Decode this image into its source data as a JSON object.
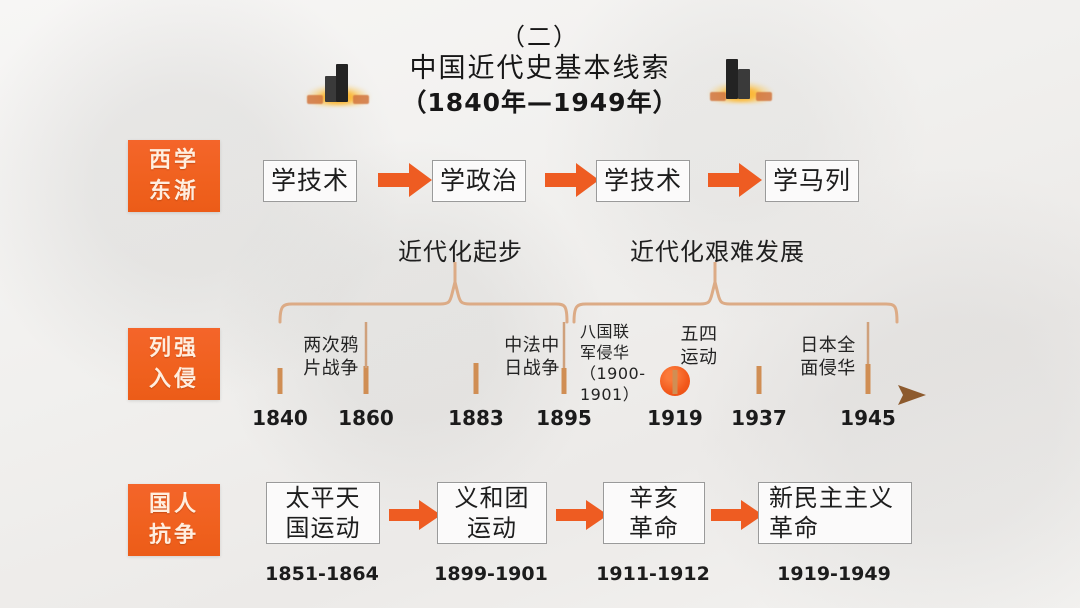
{
  "page": {
    "background_color": "#f2f1ef",
    "accent_color": "#ef5b1a",
    "timeline_color": "#b07a4e"
  },
  "title": {
    "sub": "（二）",
    "main": "中国近代史基本线索",
    "years": "（1840年—1949年）"
  },
  "decorations": [
    {
      "name": "bar-chart-icon-left"
    },
    {
      "name": "bar-chart-icon-right"
    }
  ],
  "rows": {
    "row1": {
      "label": {
        "line1": "西学",
        "line2": "东渐"
      },
      "boxes": [
        {
          "text": "学技术"
        },
        {
          "text": "学政治"
        },
        {
          "text": "学技术"
        },
        {
          "text": "学马列"
        }
      ],
      "arrows": [
        "arrow-1",
        "arrow-2",
        "arrow-3"
      ]
    },
    "row2": {
      "label": {
        "line1": "列强",
        "line2": "入侵"
      },
      "era_labels": [
        {
          "text": "近代化起步"
        },
        {
          "text": "近代化艰难发展"
        }
      ],
      "events": [
        {
          "text_lines": [
            "两次鸦",
            "片战争"
          ],
          "year": "1840"
        },
        {
          "text_lines": [],
          "year": "1860"
        },
        {
          "text_lines": [
            "中法中",
            "日战争"
          ],
          "year": "1883"
        },
        {
          "text_lines": [],
          "year": "1895"
        },
        {
          "text_lines": [
            "八国联",
            "军侵华",
            "（1900-",
            "1901）"
          ],
          "year": ""
        },
        {
          "text_lines": [
            "五四",
            "运动"
          ],
          "year": "1919"
        },
        {
          "text_lines": [
            "日本全",
            "面侵华"
          ],
          "year": "1937"
        },
        {
          "text_lines": [],
          "year": "1945"
        }
      ],
      "years": [
        "1840",
        "1860",
        "1883",
        "1895",
        "1919",
        "1937",
        "1945"
      ],
      "highlight_marker": "wusi-movement-dot"
    },
    "row3": {
      "label": {
        "line1": "国人",
        "line2": "抗争"
      },
      "boxes": [
        {
          "lines": [
            "太平天",
            "国运动"
          ],
          "caption": "1851-1864"
        },
        {
          "lines": [
            "义和团",
            "运动"
          ],
          "caption": "1899-1901"
        },
        {
          "lines": [
            "辛亥",
            "革命"
          ],
          "caption": "1911-1912"
        },
        {
          "lines": [
            "新民主主义",
            "革命"
          ],
          "caption": "1919-1949"
        }
      ],
      "arrows": [
        "arrow-1",
        "arrow-2",
        "arrow-3"
      ]
    }
  },
  "chart_data": {
    "type": "timeline",
    "title": "中国近代史基本线索（1840年—1949年）",
    "axis_range": [
      "1840",
      "1945"
    ],
    "ticks": [
      "1840",
      "1860",
      "1883",
      "1895",
      "1919",
      "1937",
      "1945"
    ],
    "events": [
      {
        "year": "1840-1860",
        "label": "两次鸦片战争"
      },
      {
        "year": "1883-1895",
        "label": "中法中日战争"
      },
      {
        "year": "1900-1901",
        "label": "八国联军侵华"
      },
      {
        "year": "1919",
        "label": "五四运动"
      },
      {
        "year": "1937-1945",
        "label": "日本全面侵华"
      }
    ],
    "eras": [
      {
        "label": "近代化起步",
        "span": [
          "1840",
          "1895"
        ]
      },
      {
        "label": "近代化艰难发展",
        "span": [
          "1895",
          "1945"
        ]
      }
    ]
  }
}
